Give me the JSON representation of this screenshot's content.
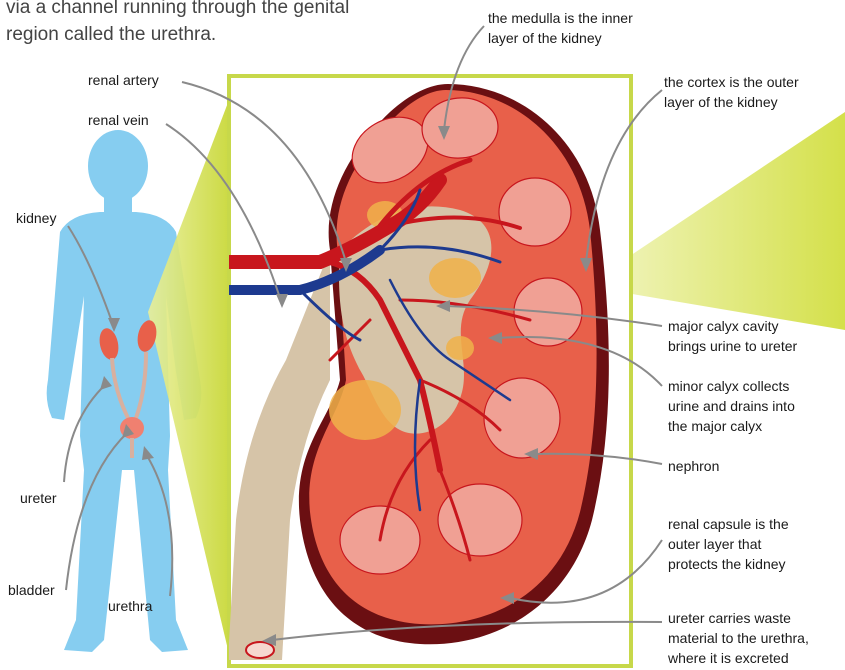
{
  "intro_text": "via a channel running through the genital\nregion called the urethra.",
  "labels": {
    "medulla": "the medulla is the inner\nlayer of the kidney",
    "cortex": "the cortex is the outer\nlayer of the kidney",
    "renal_artery": "renal artery",
    "renal_vein": "renal vein",
    "kidney": "kidney",
    "major_calyx": "major calyx cavity\nbrings urine to ureter",
    "minor_calyx": "minor calyx collects\nurine and drains into\nthe major calyx",
    "nephron": "nephron",
    "ureter": "ureter",
    "renal_capsule": "renal capsule is the\nouter layer that\nprotects the kidney",
    "bladder": "bladder",
    "urethra": "urethra",
    "ureter_carries": "ureter carries waste\nmaterial to the urethra,\nwhere it is excreted"
  },
  "colors": {
    "body": "#86cdf0",
    "highlight": "#d4de4a",
    "frame": "#c7d84a",
    "artery": "#c8161d",
    "vein": "#1d3a8f",
    "cortex": "#e8604a",
    "capsule": "#6b0f12",
    "pyramid": "#f0a094",
    "pelvis": "#d6c4a8",
    "fat": "#f0b24a",
    "leader": "#8a8a8a"
  }
}
